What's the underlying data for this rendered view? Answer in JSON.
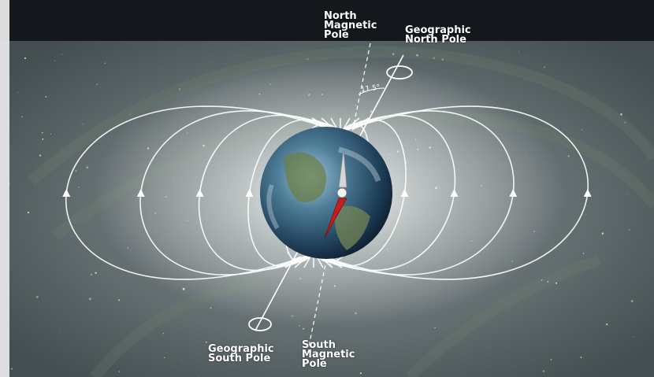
{
  "labels": {
    "north_magnetic_pole": [
      "North",
      "Magnetic",
      "Pole"
    ],
    "geographic_north_pole": [
      "Geographic",
      "North Pole"
    ],
    "geographic_south_pole": [
      "Geographic",
      "South Pole"
    ],
    "south_magnetic_pole": [
      "South",
      "Magnetic",
      "Pole"
    ],
    "tilt_angle": "11.5°"
  },
  "colors": {
    "space": "#1b2128",
    "haze": "#c9d6d6",
    "field_line": "#ffffff",
    "compass_north": "#d6d6d6",
    "compass_south": "#c41e1e",
    "watermark": "#6e8a6e"
  },
  "icons": {
    "earth": "earth-globe-icon",
    "compass": "compass-needle-icon"
  }
}
